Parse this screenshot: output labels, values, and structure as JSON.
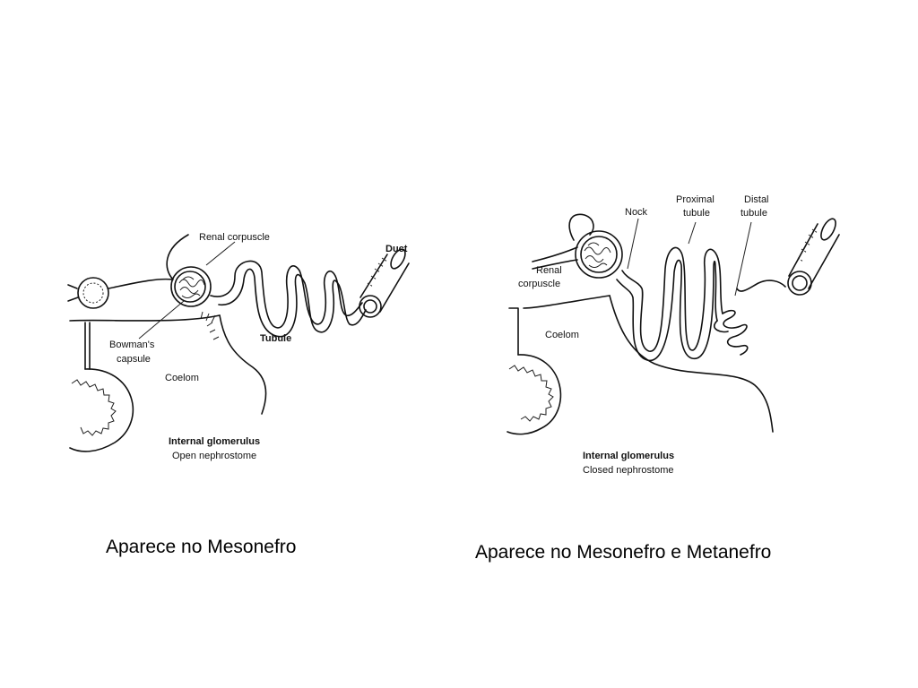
{
  "left_diagram": {
    "labels": {
      "renal_corpuscle": "Renal corpuscle",
      "duct": "Duct",
      "bowmans_1": "Bowman's",
      "bowmans_2": "capsule",
      "tubule": "Tubule",
      "coelom": "Coelom",
      "footer_1": "Internal glomerulus",
      "footer_2": "Open nephrostome"
    },
    "caption": "Aparece no Mesonefro"
  },
  "right_diagram": {
    "labels": {
      "neck": "Nock",
      "proximal_1": "Proximal",
      "proximal_2": "tubule",
      "distal_1": "Distal",
      "distal_2": "tubule",
      "renal_1": "Renal",
      "renal_2": "corpuscle",
      "coelom": "Coelom",
      "footer_1": "Internal glomerulus",
      "footer_2": "Closed nephrostome"
    },
    "caption": "Aparece no Mesonefro e Metanefro"
  }
}
